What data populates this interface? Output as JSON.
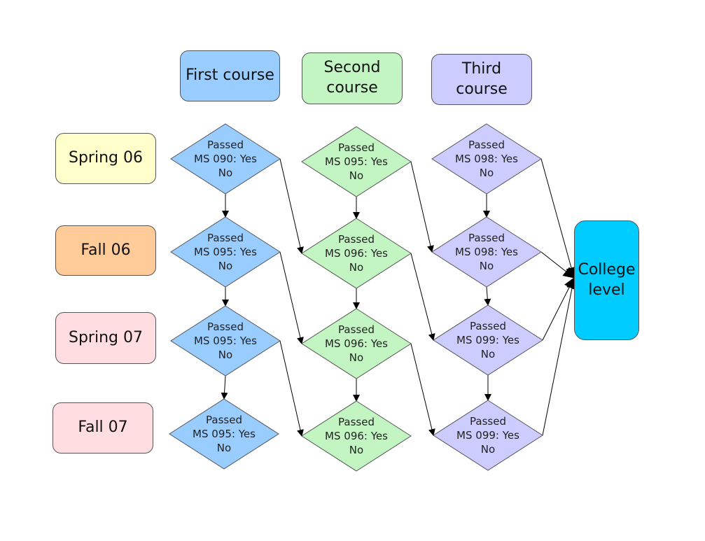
{
  "colors": {
    "first": "#99ccff",
    "second": "#c2f5c2",
    "third": "#ccccff",
    "college": "#00ccff",
    "spring06": "#ffffcc",
    "fall06": "#ffcc99",
    "spring07": "#ffdde0",
    "fall07": "#ffdde0",
    "stroke": "#555555",
    "arrow": "#000000"
  },
  "courses": {
    "first": "First course",
    "second": "Second\ncourse",
    "third": "Third\ncourse"
  },
  "terms": {
    "spring06": "Spring 06",
    "fall06": "Fall 06",
    "spring07": "Spring 07",
    "fall07": "Fall 07"
  },
  "college": "College\nlevel",
  "decisions": {
    "first": [
      "Passed\nMS 090:  Yes\nNo",
      "Passed\nMS 095:  Yes\nNo",
      "Passed\nMS 095:  Yes\nNo",
      "Passed\nMS 095:  Yes\nNo"
    ],
    "second": [
      "Passed\nMS 095:  Yes\nNo",
      "Passed\nMS 096:  Yes\nNo",
      "Passed\nMS 096:  Yes\nNo",
      "Passed\nMS 096:  Yes\nNo"
    ],
    "third": [
      "Passed\nMS 098:  Yes\nNo",
      "Passed\nMS 098:  Yes\nNo",
      "Passed\nMS 099:  Yes\nNo",
      "Passed\nMS 099:  Yes\nNo"
    ]
  }
}
